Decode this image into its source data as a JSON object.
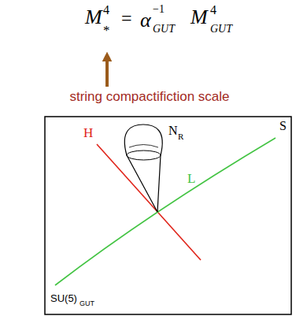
{
  "diagram": {
    "labels": [
      "M",
      "*",
      "4",
      "=",
      "α",
      "GUT",
      "−1",
      "M",
      "GUT",
      "4",
      "string compactifiction scale",
      "H",
      "N",
      "R",
      "S",
      "L",
      "SU(5)",
      "GUT"
    ]
  }
}
